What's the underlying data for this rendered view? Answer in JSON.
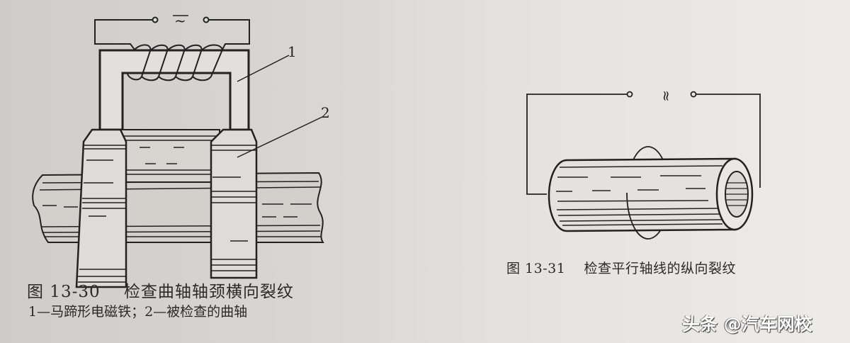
{
  "figure_left": {
    "caption": "图 13-30    检查曲轴轴颈横向裂纹",
    "legend": "1—马蹄形电磁铁；2—被检查的曲轴",
    "labels": [
      "1",
      "2"
    ],
    "ac_symbol": "~"
  },
  "figure_right": {
    "caption": "图 13-31    检查平行轴线的纵向裂纹",
    "ac_symbol": "≈"
  },
  "watermark": "头条 @汽车网校"
}
